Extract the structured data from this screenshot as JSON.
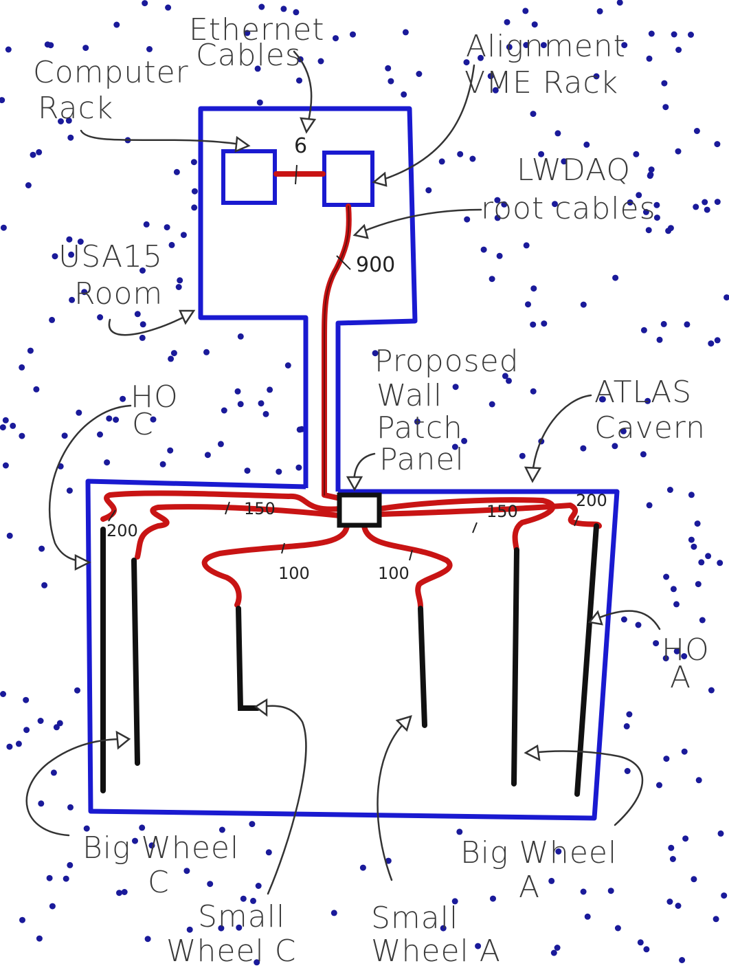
{
  "title": "USA15 Room and ATLAS Cavern cable layout",
  "labels": {
    "ethernet_1": "Ethernet",
    "ethernet_2": "Cables",
    "computer_1": "Computer",
    "computer_2": "Rack",
    "alignment_1": "Alignment",
    "alignment_2": "VME Rack",
    "lwdaq_1": "LWDAQ",
    "lwdaq_2": "root cables",
    "usa15_1": "USA15",
    "usa15_2": "Room",
    "patch_1": "Proposed",
    "patch_2": "Wall",
    "patch_3": "Patch",
    "patch_4": "Panel",
    "atlas_1": "ATLAS",
    "atlas_2": "Cavern",
    "hoc_1": "HO",
    "hoc_2": "C",
    "hoa_1": "HO",
    "hoa_2": "A",
    "bwc_1": "Big Wheel",
    "bwc_2": "C",
    "swc_1": "Small",
    "swc_2": "Wheel C",
    "swa_1": "Small",
    "swa_2": "Wheel A",
    "bwa_1": "Big Wheel",
    "bwa_2": "A"
  },
  "cable_counts": {
    "ethernet": "6",
    "root": "900",
    "big_c": "200",
    "mid_c": "150",
    "small_c": "100",
    "small_a": "100",
    "mid_a": "150",
    "big_a": "200"
  },
  "colors": {
    "room": "#1a1ad0",
    "cable": "#c81414",
    "wheel": "#111111",
    "dots": "#1a1a9a"
  }
}
